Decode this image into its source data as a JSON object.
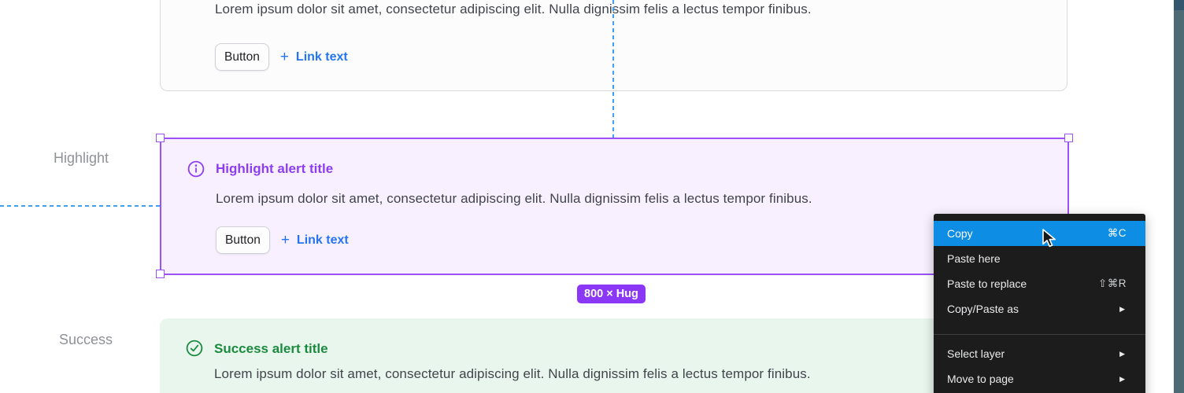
{
  "alert_default": {
    "body": "Lorem ipsum dolor sit amet, consectetur adipiscing elit. Nulla dignissim felis a lectus tempor finibus.",
    "button_label": "Button",
    "link_plus": "+",
    "link_label": "Link text"
  },
  "alert_highlight": {
    "row_label": "Highlight",
    "icon": "info-icon",
    "title": "Highlight alert title",
    "body": "Lorem ipsum dolor sit amet, consectetur adipiscing elit. Nulla dignissim felis a lectus tempor finibus.",
    "button_label": "Button",
    "link_plus": "+",
    "link_label": "Link text"
  },
  "alert_success": {
    "row_label": "Success",
    "icon": "check-icon",
    "title": "Success alert title",
    "body": "Lorem ipsum dolor sit amet, consectetur adipiscing elit. Nulla dignissim felis a lectus tempor finibus."
  },
  "selection": {
    "size_badge": "800 × Hug"
  },
  "context_menu": {
    "items": [
      {
        "label": "Copy",
        "shortcut": "⌘C",
        "state": "highlighted"
      },
      {
        "label": "Paste here",
        "shortcut": ""
      },
      {
        "label": "Paste to replace",
        "shortcut": "⇧⌘R"
      },
      {
        "label": "Copy/Paste as",
        "submenu_arrow": "▶"
      },
      {
        "label": "Select layer",
        "submenu_arrow": "▶"
      },
      {
        "label": "Move to page",
        "submenu_arrow": "▶"
      }
    ]
  },
  "colors": {
    "highlight_accent": "#8d3df2",
    "highlight_bg": "#f8f0fe",
    "selection_purple": "#9b51f5",
    "badge_purple": "#8a38f5",
    "success_accent": "#1b8a3e",
    "success_bg": "#e9f6ee",
    "link_blue": "#2575f2",
    "guide_blue": "#3fa0f5",
    "menu_bg": "#1c1c1c",
    "menu_highlight_blue": "#0d8de4",
    "sidebar_teal": "#4e6a74"
  }
}
